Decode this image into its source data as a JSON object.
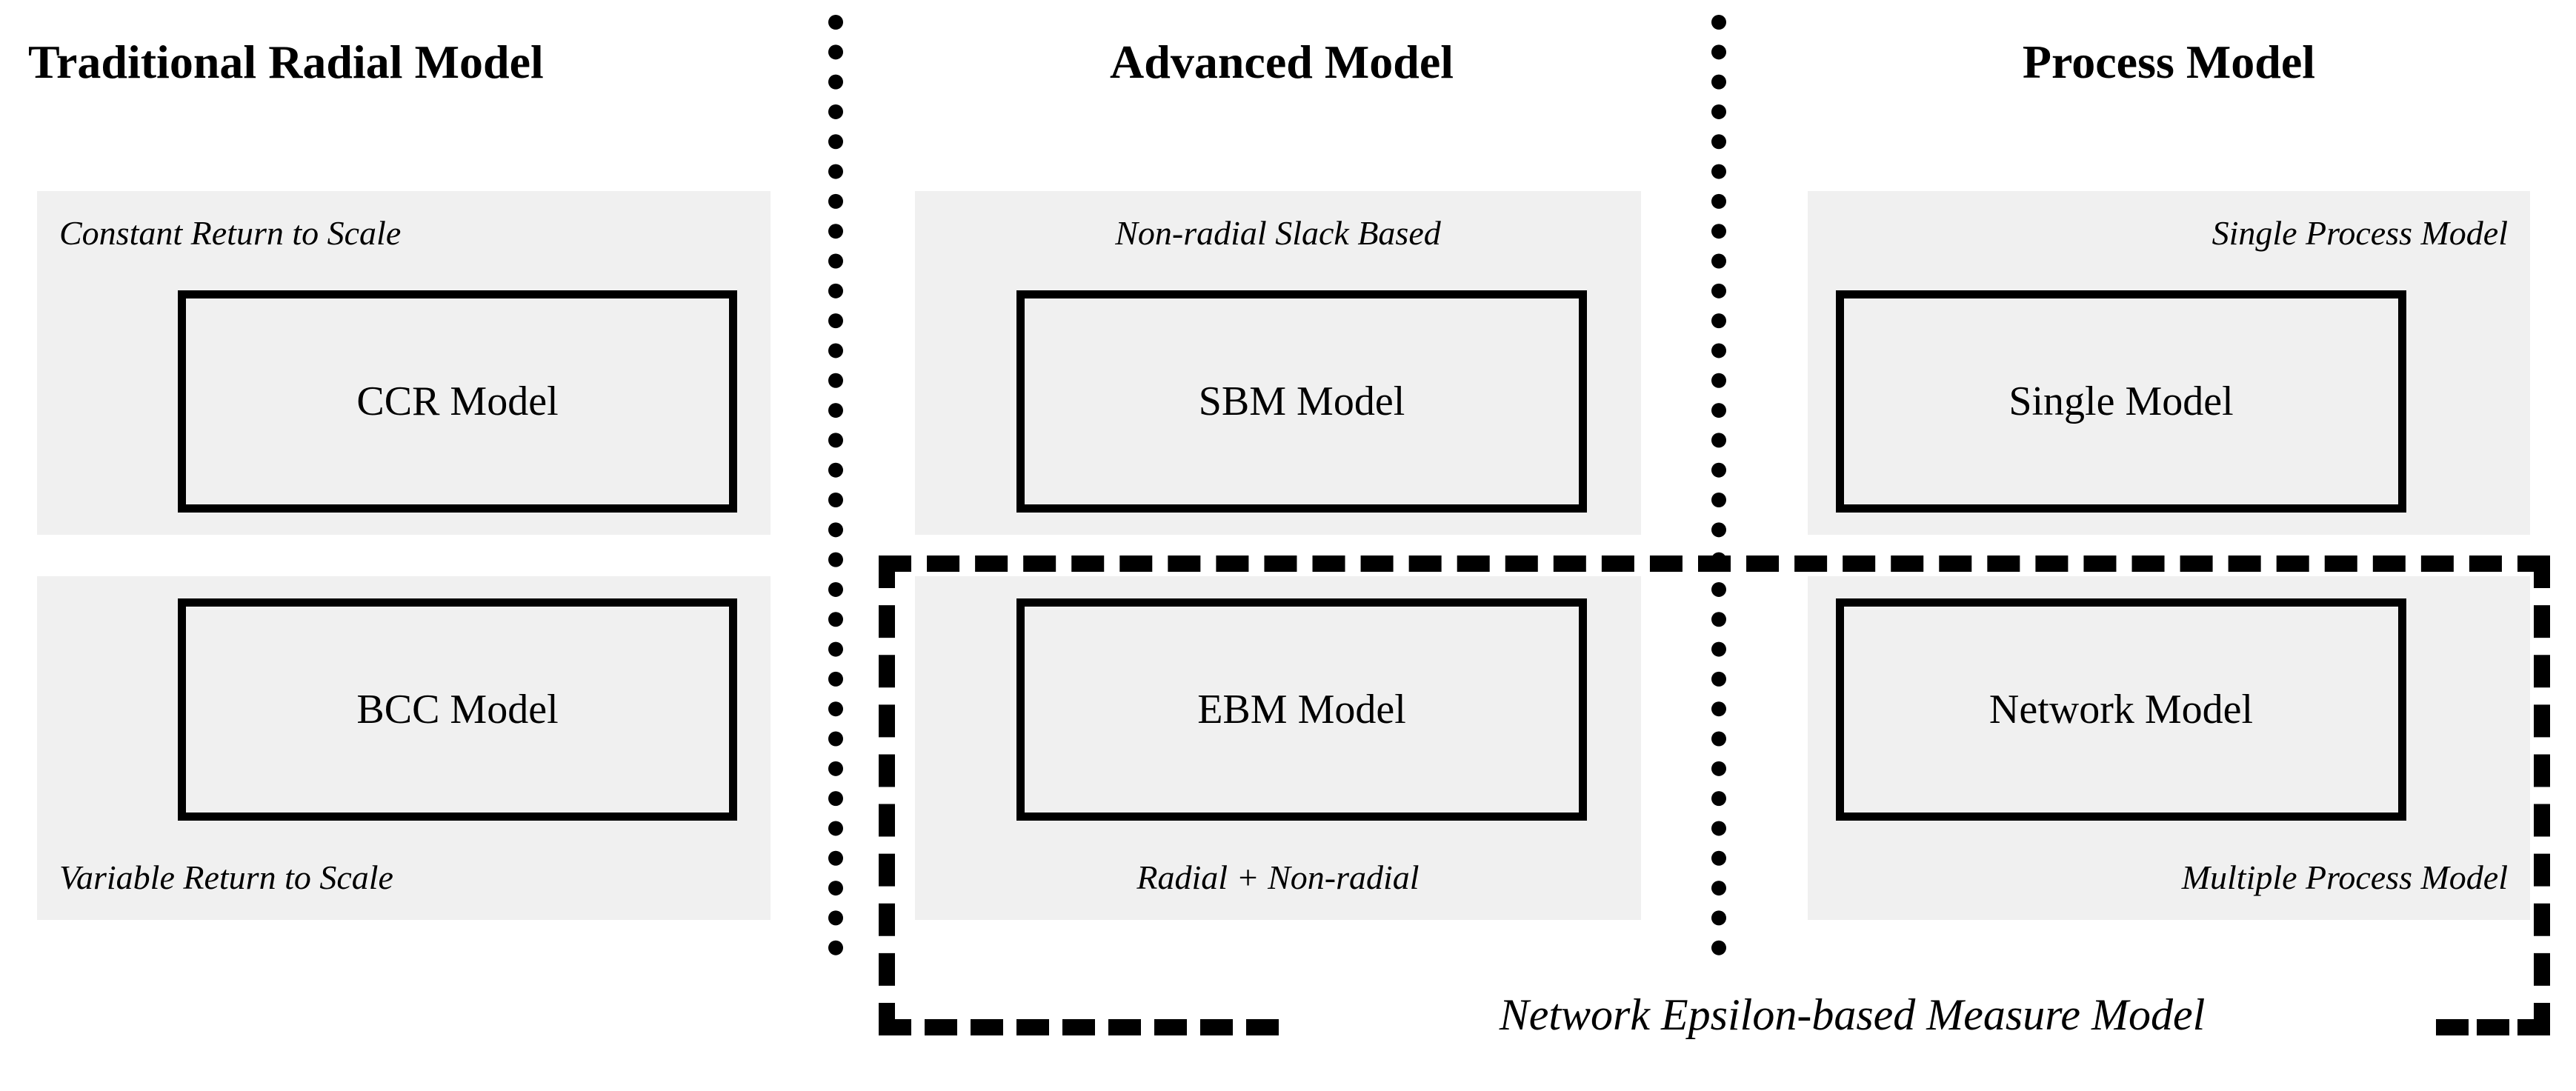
{
  "columns": [
    {
      "header": "Traditional Radial Model"
    },
    {
      "header": "Advanced Model"
    },
    {
      "header": "Process Model"
    }
  ],
  "cells": {
    "r0c0": {
      "caption": "Constant Return to Scale",
      "box": "CCR Model"
    },
    "r1c0": {
      "caption": "Variable Return to Scale",
      "box": "BCC Model"
    },
    "r0c1": {
      "caption": "Non-radial Slack Based",
      "box": "SBM Model"
    },
    "r1c1": {
      "caption": "Radial + Non-radial",
      "box": "EBM Model"
    },
    "r0c2": {
      "caption": "Single Process Model",
      "box": "Single Model"
    },
    "r1c2": {
      "caption": "Multiple Process Model",
      "box": "Network Model"
    }
  },
  "group": {
    "label": "Network Epsilon-based Measure Model"
  },
  "colors": {
    "panel_fill": "#f0f0f0",
    "box_border": "#000000",
    "divider": "#000000",
    "background": "#ffffff",
    "text": "#000000"
  }
}
